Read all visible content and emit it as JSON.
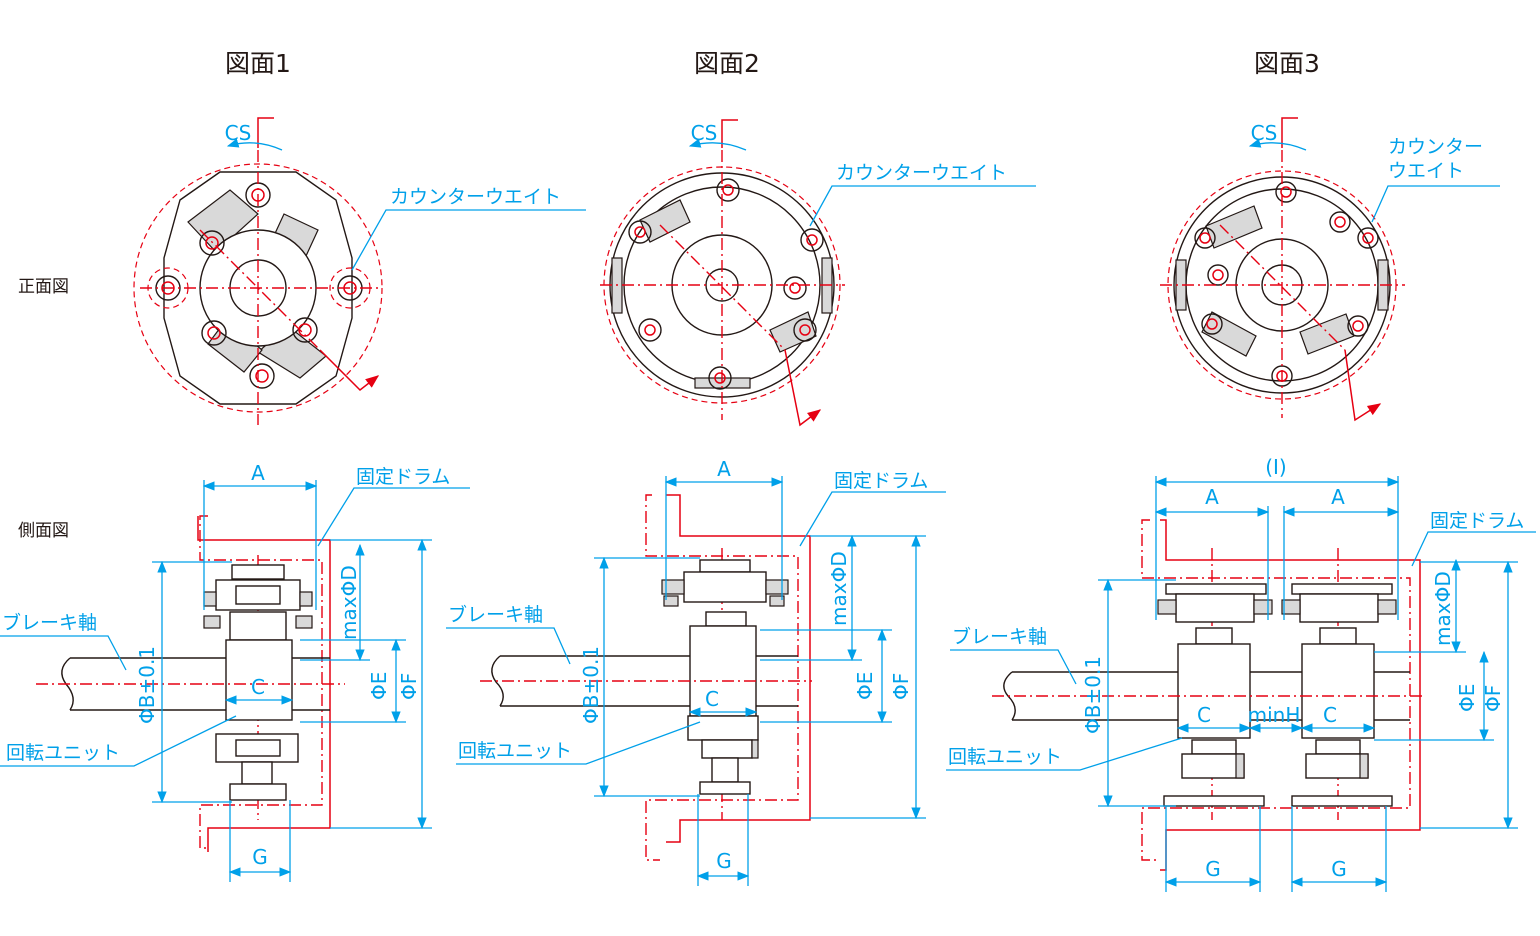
{
  "titles": [
    "図面1",
    "図面2",
    "図面3"
  ],
  "row_labels": {
    "front": "正面図",
    "side": "側面図"
  },
  "front_labels": {
    "cs": "CS",
    "counterweight_1": "カウンターウエイト",
    "counterweight_2": "カウンターウエイト",
    "counterweight_3_line1": "カウンター",
    "counterweight_3_line2": "ウエイト"
  },
  "side_labels": {
    "a": "A",
    "fixed_drum": "固定ドラム",
    "brake_shaft": "ブレーキ軸",
    "rotary_unit": "回転ユニット",
    "max_d": "maxΦD",
    "b_tol": "ΦB±0.1",
    "e": "ΦE",
    "f": "ΦF",
    "c": "C",
    "g": "G",
    "i": "(I)",
    "min_h": "minH"
  },
  "colors": {
    "dimension": "#00a0e9",
    "centerline": "#e60012",
    "outline": "#231815"
  }
}
